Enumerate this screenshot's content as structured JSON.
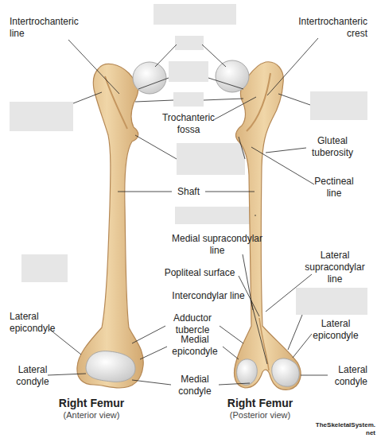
{
  "diagram": {
    "labels": [
      "Intertrochanteric line",
      "Intertrochanteric crest",
      "Trochanteric fossa",
      "Gluteal tuberosity",
      "Pectineal line",
      "Shaft",
      "Medial supracondylar line",
      "Lateral supracondylar line",
      "Popliteal surface",
      "Intercondylar line",
      "Lateral epicondyle",
      "Adductor tubercle",
      "Medial epicondyle",
      "Lateral epicondyle",
      "Lateral condyle",
      "Medial condyle",
      "Lateral condyle",
      "Right Femur",
      "(Anterior view)",
      "Right Femur",
      "(Posterior view)",
      "TheSkeletalSystem.net"
    ]
  }
}
